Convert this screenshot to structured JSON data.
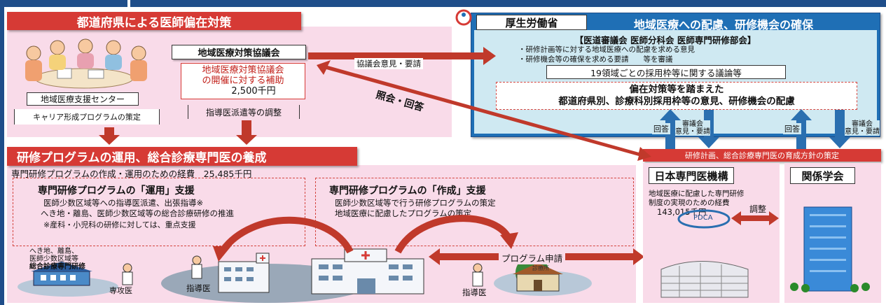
{
  "left_header": {
    "title": "都道府県による医師偏在対策"
  },
  "council": {
    "title": "地域医療対策協議会",
    "subsidy_lines": [
      "地域医療対策協議会",
      "の開催に対する補助"
    ],
    "subsidy_amount": "2,500千円",
    "dispatch": "指導医派遣等の調整"
  },
  "support_center": {
    "title": "地域医療支援センター",
    "career": "キャリア形成プログラムの策定"
  },
  "arrows": {
    "council_request": "協議会意見・要請",
    "inquiry_reply": "照会・回答",
    "program_application": "プログラム申請",
    "adjust": "調整",
    "pdca": "PDCA"
  },
  "mhlw": {
    "name": "厚生労働省",
    "title": "地域医療への配慮、研修機会の確保",
    "committee": "【医道審議会 医師分科会 医師専門研修部会】",
    "items": [
      "・研修計画等に対する地域医療への配慮を求める意見",
      "・研修機会等の確保を求める要請　　等を審議"
    ],
    "quota": "19領域ごとの採用枠等に関する議論等",
    "policy_lines": [
      "偏在対策等を踏まえた",
      "都道府県別、診療科別採用枠等の意見、研修機会の配慮"
    ],
    "reply": "回答",
    "opinion_lines": [
      "審議会",
      "意見・要請"
    ]
  },
  "training": {
    "header": "研修プログラムの運用、総合診療専門医の養成",
    "budget": "専門研修プログラムの作成・運用のための経費　25,485千円",
    "operation": {
      "title": "専門研修プログラムの「運用」支援",
      "lines": [
        "医師少数区域等への指導医派遣、出張指導※",
        "へき地・離島、医師少数区域等の総合診療研修の推進",
        "※産科・小児科の研修に対しては、重点支援"
      ]
    },
    "creation": {
      "title": "専門研修プログラムの「作成」支援",
      "lines": [
        "医師少数区域等で行う研修プログラムの策定",
        "地域医療に配慮したプログラムの策定"
      ]
    }
  },
  "scene": {
    "remote_lines": [
      "へき地、離島、",
      "医師少数区域等",
      "総合診療専門研修"
    ],
    "resident": "専攻医",
    "instructor_1": "指導医",
    "instructor_2": "指導医",
    "clinic": "診療所"
  },
  "jmsb": {
    "banner": "研修計画、総合診療専門医の育成方針の策定",
    "name": "日本専門医機構",
    "desc_lines": [
      "地域医療に配慮した専門研修",
      "制度の実現のための経費"
    ],
    "amount": "143,015千円"
  },
  "societies": {
    "name": "関係学会"
  },
  "colors": {
    "header_red": "#d63a35",
    "panel_pink": "#f9dbe9",
    "mhlw_blue": "#1f6fb5",
    "mhlw_panel": "#cfe9f2",
    "arrow_red": "#c0392b",
    "arrow_blue": "#2a6fb0"
  }
}
